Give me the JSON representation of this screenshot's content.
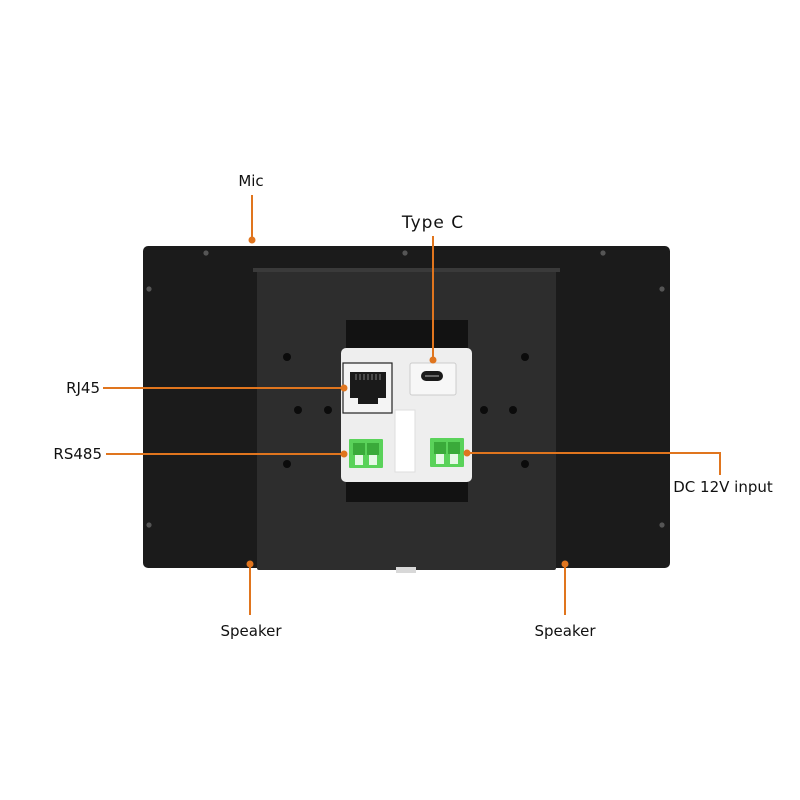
{
  "colors": {
    "leader": "#e0751e",
    "panel": "#1b1b1b",
    "plate": "#2d2d2d",
    "module": "#eeeeee",
    "terminal": "#5ad25a"
  },
  "labels": {
    "mic": "Mic",
    "type_c": "Type  C",
    "rj45": "RJ45",
    "rs485": "RS485",
    "dc_input": "DC 12V input",
    "speaker_left": "Speaker",
    "speaker_right": "Speaker"
  },
  "icons": [
    "ethernet-port-icon",
    "usb-c-port-icon",
    "terminal-block-icon"
  ]
}
